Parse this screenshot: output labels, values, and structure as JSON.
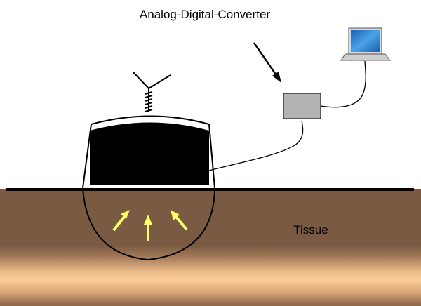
{
  "labels": {
    "converter": "Analog-Digital-Converter",
    "tissue": "Tissue"
  },
  "colors": {
    "background": "#ffffff",
    "tissue_dark": "#7a5a43",
    "tissue_light": "#fbcc9a",
    "surface_line": "#000000",
    "converter_box": "#b3b3b3",
    "arrows": "#ffff66",
    "laptop_screen": "#2e7fd0"
  },
  "icons": {
    "antenna": "antenna-icon",
    "converter": "converter-box",
    "computer": "laptop-icon"
  }
}
